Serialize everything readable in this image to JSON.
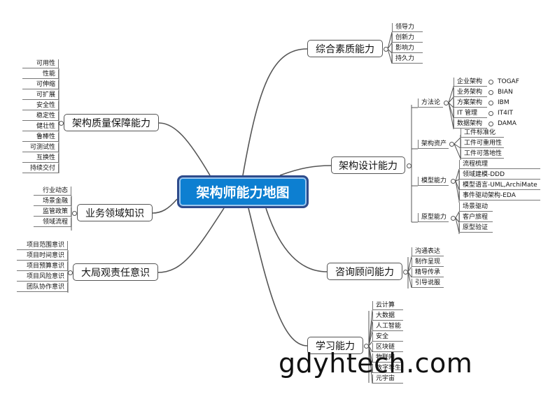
{
  "central": "架构师能力地图",
  "watermark": "gdyhtech.com",
  "branches": {
    "quality": {
      "label": "综合素质能力",
      "items": [
        "领导力",
        "创新力",
        "影响力",
        "持久力"
      ]
    },
    "design": {
      "label": "架构设计能力",
      "methodology": {
        "label": "方法论",
        "items": [
          {
            "name": "企业架构",
            "ref": "TOGAF"
          },
          {
            "name": "业务架构",
            "ref": "BIAN"
          },
          {
            "name": "方案架构",
            "ref": "IBM"
          },
          {
            "name": "IT 管理",
            "ref": "IT4IT"
          },
          {
            "name": "数据架构",
            "ref": "DAMA"
          }
        ]
      },
      "assets": {
        "label": "架构资产",
        "items": [
          "工件标准化",
          "工件可重用性",
          "工件可落地性"
        ]
      },
      "modeling": {
        "label": "模型能力",
        "items": [
          "流程梳理",
          "领域建模-DDD",
          "模型语言-UML,ArchiMate",
          "事件驱动架构-EDA"
        ]
      },
      "prototype": {
        "label": "原型能力",
        "items": [
          "场景驱动",
          "客户旅程",
          "原型验证"
        ]
      }
    },
    "consult": {
      "label": "咨询顾问能力",
      "items": [
        "沟通表达",
        "制作呈现",
        "精导传承",
        "引导说服"
      ]
    },
    "learn": {
      "label": "学习能力",
      "items": [
        "云计算",
        "大数据",
        "人工智能",
        "安全",
        "区块链",
        "物联网",
        "数字孪生",
        "元宇宙"
      ]
    },
    "assurance": {
      "label": "架构质量保障能力",
      "items": [
        "可用性",
        "性能",
        "可伸缩",
        "可扩展",
        "安全性",
        "稳定性",
        "健壮性",
        "鲁棒性",
        "可测试性",
        "互换性",
        "持续交付"
      ]
    },
    "domain": {
      "label": "业务领域知识",
      "items": [
        "行业动态",
        "场景金融",
        "监管政策",
        "领域流程"
      ]
    },
    "overall": {
      "label": "大局观责任意识",
      "items": [
        "项目范围意识",
        "项目时间意识",
        "项目预算意识",
        "项目风险意识",
        "团队协作意识"
      ]
    }
  }
}
